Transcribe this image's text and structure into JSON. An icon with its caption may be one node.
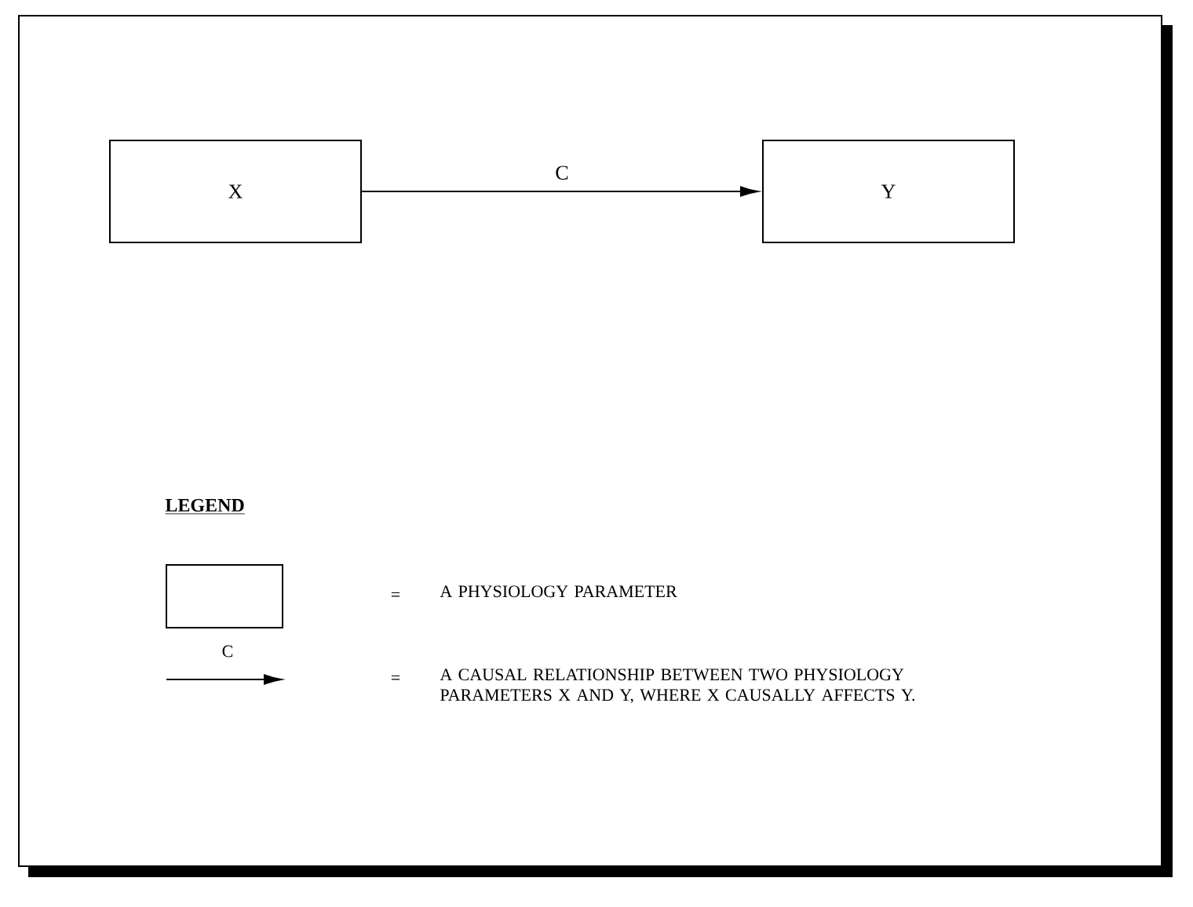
{
  "diagram": {
    "nodes": [
      {
        "text": [
          "X"
        ]
      },
      {
        "text": [
          "Y"
        ]
      }
    ],
    "edges": [
      {
        "from": 0,
        "to": 1,
        "arrow": "to",
        "label": "C"
      }
    ],
    "labels": [
      "LEGEND",
      "=",
      "C",
      "="
    ],
    "legend": [
      {
        "text": "A PHYSIOLOGY PARAMETER"
      },
      {
        "text": "A CAUSAL RELATIONSHIP BETWEEN TWO PHYSIOLOGY PARAMETERS X AND Y, WHERE X CAUSALLY AFFECTS Y."
      }
    ]
  }
}
